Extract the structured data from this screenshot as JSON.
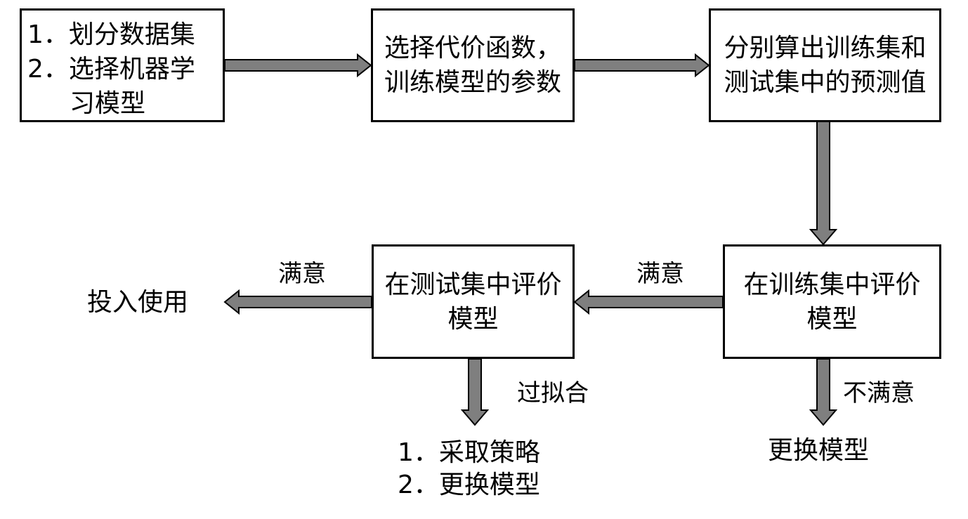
{
  "boxes": {
    "step1": {
      "lines": [
        "1．划分数据集",
        "2．选择机器学",
        "习模型"
      ]
    },
    "step2": {
      "lines": [
        "选择代价函数，",
        "训练模型的参数"
      ]
    },
    "step3": {
      "lines": [
        "分别算出训练集和",
        "测试集中的预测值"
      ]
    },
    "train_eval": {
      "lines": [
        "在训练集中评价",
        "模型"
      ]
    },
    "test_eval": {
      "lines": [
        "在测试集中评价",
        "模型"
      ]
    }
  },
  "labels": {
    "satisfied_train": "满意",
    "satisfied_test": "满意",
    "unsatisfied": "不满意",
    "overfit": "过拟合"
  },
  "outcomes": {
    "deploy": "投入使用",
    "change_model": "更换模型",
    "overfit_actions": [
      "1．采取策略",
      "2．更换模型"
    ]
  },
  "colors": {
    "arrow_fill": "#7f7f7f",
    "border": "#000000"
  }
}
